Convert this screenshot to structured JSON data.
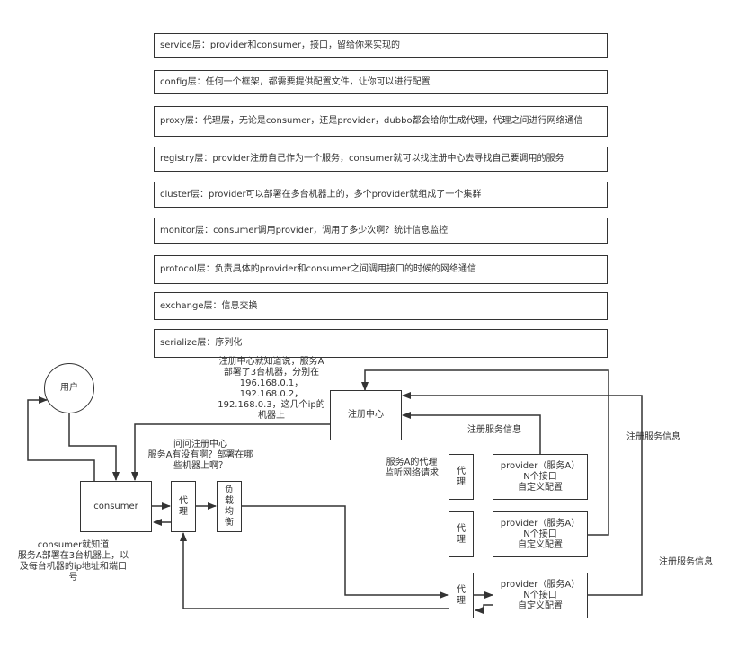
{
  "layers": [
    {
      "name": "service",
      "text": "service层：provider和consumer，接口，留给你来实现的"
    },
    {
      "name": "config",
      "text": "config层：任何一个框架，都需要提供配置文件，让你可以进行配置"
    },
    {
      "name": "proxy",
      "text": "proxy层：代理层，无论是consumer，还是provider，dubbo都会给你生成代理，代理之间进行网络通信"
    },
    {
      "name": "registry",
      "text": "registry层：provider注册自己作为一个服务，consumer就可以找注册中心去寻找自己要调用的服务"
    },
    {
      "name": "cluster",
      "text": "cluster层：provider可以部署在多台机器上的，多个provider就组成了一个集群"
    },
    {
      "name": "monitor",
      "text": "monitor层：consumer调用provider，调用了多少次啊？统计信息监控"
    },
    {
      "name": "protocol",
      "text": "protocol层：负责具体的provider和consumer之间调用接口的时候的网络通信"
    },
    {
      "name": "exchange",
      "text": "exchange层：信息交换"
    },
    {
      "name": "serialize",
      "text": "serialize层：序列化"
    }
  ],
  "nodes": {
    "user": "用户",
    "registry_center": "注册中心",
    "consumer": "consumer",
    "consumer_proxy": "代理",
    "load_balance": "负载均衡",
    "provider_proxy_1": "代理",
    "provider_proxy_2": "代理",
    "provider_proxy_3": "代理",
    "provider_1": [
      "provider（服务A）",
      "N个接口",
      "自定义配置"
    ],
    "provider_2": [
      "provider（服务A）",
      "N个接口",
      "自定义配置"
    ],
    "provider_3": [
      "provider（服务A）",
      "N个接口",
      "自定义配置"
    ]
  },
  "notes": {
    "registry_knows": [
      "注册中心就知道说，服务A",
      "部署了3台机器，分别在",
      "196.168.0.1，",
      "192.168.0.2，",
      "192.168.0.3，这几个ip的",
      "机器上"
    ],
    "ask_registry": [
      "问问注册中心",
      "服务A有没有啊？部署在哪",
      "些机器上啊？"
    ],
    "consumer_knows": [
      "consumer就知道",
      "服务A部署在3台机器上，以",
      "及每台机器的ip地址和端口",
      "号"
    ],
    "proxy_listen": [
      "服务A的代理",
      "监听网络请求"
    ],
    "register_info_1": "注册服务信息",
    "register_info_2": "注册服务信息",
    "register_info_3": "注册服务信息"
  },
  "colors": {
    "stroke": "#333333",
    "text": "#333333",
    "background": "#ffffff"
  }
}
